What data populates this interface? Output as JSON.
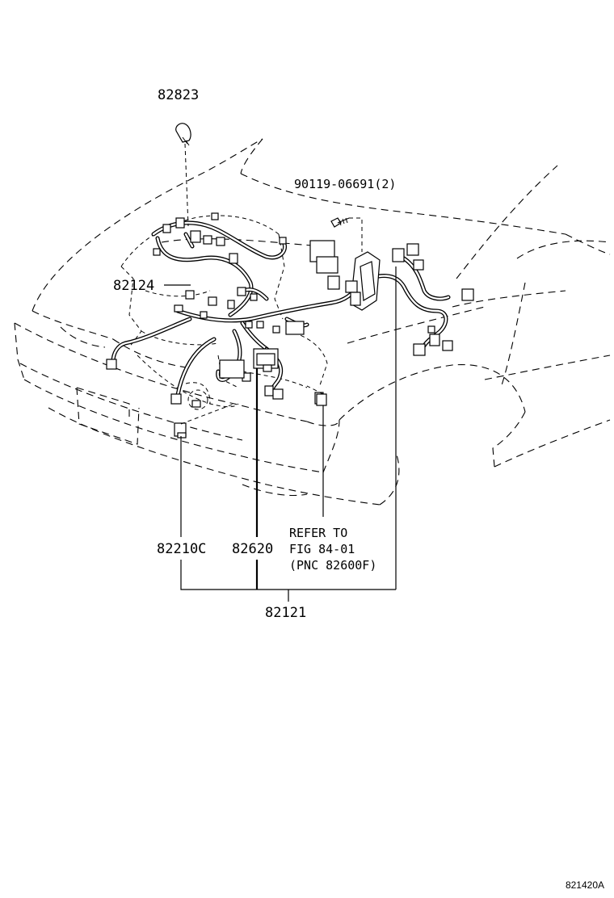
{
  "diagram": {
    "labels": {
      "p82823": "82823",
      "p90119": "90119-06691(2)",
      "p82124": "82124",
      "p82210c": "82210C",
      "p82620": "82620",
      "refer_line1": "REFER TO",
      "refer_line2": "FIG 84-01",
      "refer_line3": "(PNC 82600F)",
      "p82121": "82121",
      "figure_code": "821420A"
    },
    "icons": {
      "relay": "relay-icon",
      "bolt": "bolt-icon",
      "connector": "connector-icon",
      "wire_harness": "wire-harness-icon"
    },
    "colors": {
      "ink": "#000000",
      "paper": "#ffffff"
    }
  }
}
